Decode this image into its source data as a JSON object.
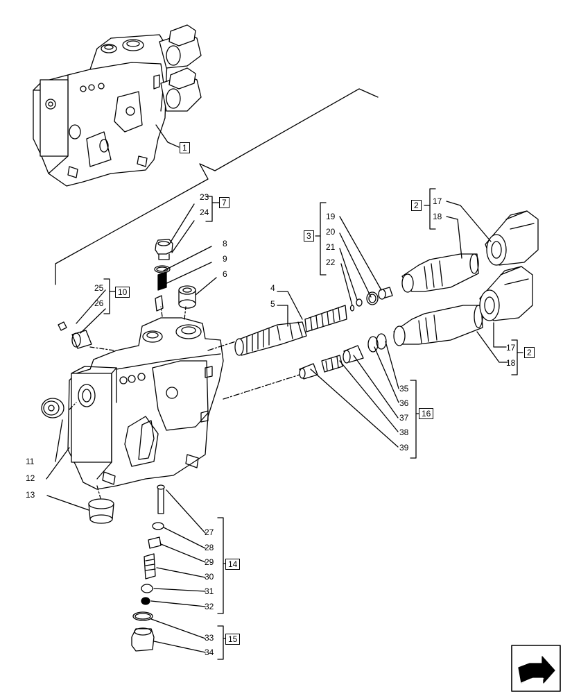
{
  "callouts": {
    "c1": "1",
    "c2": "2",
    "c3": "3",
    "c4": "4",
    "c5": "5",
    "c6": "6",
    "c7": "7",
    "c8": "8",
    "c9": "9",
    "c10": "10",
    "c11": "11",
    "c12": "12",
    "c13": "13",
    "c14": "14",
    "c15": "15",
    "c16": "16",
    "c17": "17",
    "c18": "18",
    "c19": "19",
    "c20": "20",
    "c21": "21",
    "c22": "22",
    "c23": "23",
    "c24": "24",
    "c25": "25",
    "c26": "26",
    "c27": "27",
    "c28": "28",
    "c29": "29",
    "c30": "30",
    "c31": "31",
    "c32": "32",
    "c33": "33",
    "c34": "34",
    "c35": "35",
    "c36": "36",
    "c37": "37",
    "c38": "38",
    "c39": "39"
  },
  "icons": {
    "upper_assembly": "valve-section-assembly-icon",
    "lower_body": "valve-body-icon",
    "navigation": "next-page-arrow-icon"
  },
  "colors": {
    "line": "#000000",
    "background": "#ffffff"
  }
}
